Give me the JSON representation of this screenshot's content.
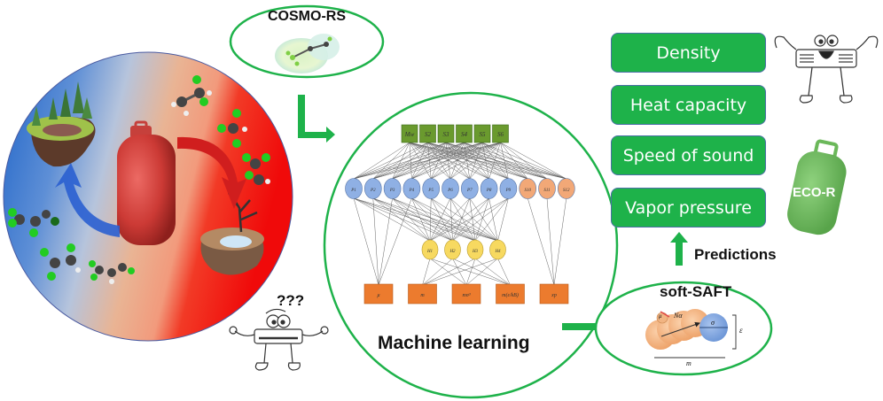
{
  "title": "Machine learning + soft-SAFT prediction of refrigerant properties",
  "colors": {
    "green": "#1eb24a",
    "box_border": "#4a6fa5",
    "input_node": "#6a9a2e",
    "hidden1_blue": "#8fb0e4",
    "hidden1_orange": "#f2a877",
    "hidden2_yellow": "#f7d960",
    "output_node": "#ec7b2e",
    "cold": "#1f64c8",
    "hot": "#f01010",
    "eco_tank": "#6bb85a",
    "red_tank": "#d43a36"
  },
  "cosmo": {
    "label": "COSMO-RS"
  },
  "ml": {
    "label": "Machine learning",
    "input_nodes": [
      "Mw",
      "S2",
      "S3",
      "S4",
      "S5",
      "S6"
    ],
    "hidden1_blue": [
      "P1",
      "P2",
      "P3",
      "P4",
      "P5",
      "P6",
      "P7",
      "P8",
      "P9"
    ],
    "hidden1_orange": [
      "S10",
      "S11",
      "S12"
    ],
    "hidden2": [
      "H1",
      "H2",
      "H3",
      "H4"
    ],
    "output_nodes": [
      "μ",
      "m",
      "mσ³",
      "m(ε/kB)",
      "xp"
    ]
  },
  "softsaft": {
    "label": "soft-SAFT",
    "symbols": {
      "chain_length": "m",
      "sigma": "σ",
      "epsilon": "ε",
      "association": "Nα",
      "dipole": "μ"
    }
  },
  "predictions": {
    "label": "Predictions",
    "properties": [
      "Density",
      "Heat capacity",
      "Speed of sound",
      "Vapor pressure"
    ]
  },
  "eco_tank": {
    "label": "ECO-R"
  },
  "confused_character": {
    "text": "???"
  }
}
